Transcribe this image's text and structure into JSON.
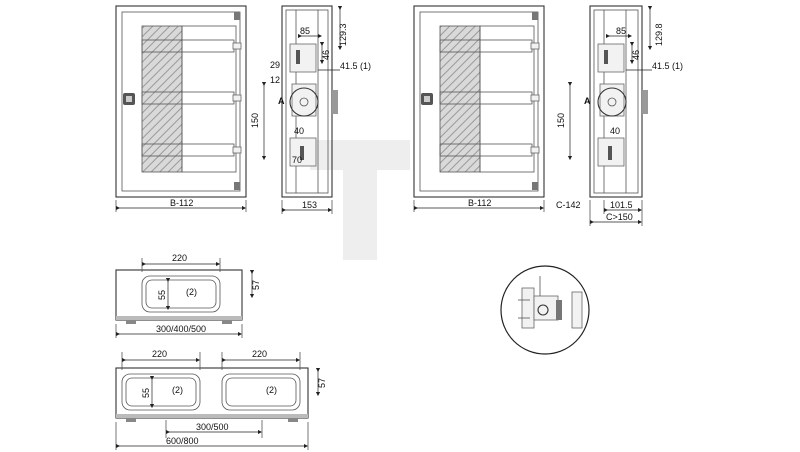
{
  "watermark": "T",
  "front_view_1": {
    "width_label": "B-112"
  },
  "side_view_1": {
    "dims": {
      "top_offset": "129.3",
      "small_85": "85",
      "v_46": "46",
      "h_29": "29",
      "h_12": "12",
      "right_41": "41.5 (1)",
      "section_a": "A",
      "v_150": "150",
      "h_40": "40",
      "h_70": "70",
      "depth": "153"
    }
  },
  "front_view_2": {
    "width_label": "B-112"
  },
  "side_view_2": {
    "dims": {
      "top_offset": "129.8",
      "small_85": "85",
      "v_46": "46",
      "right_41": "41.5 (1)",
      "section_a": "A",
      "v_150": "150",
      "h_40": "40",
      "c142": "C-142",
      "d101": "101.5",
      "cgt": "C>150"
    }
  },
  "top_view_single": {
    "w_220": "220",
    "h_55": "55",
    "count": "(2)",
    "h_57": "57",
    "overall": "300/400/500"
  },
  "top_view_double": {
    "w_220_left": "220",
    "w_220_right": "220",
    "h_55": "55",
    "count_left": "(2)",
    "count_right": "(2)",
    "h_57": "57",
    "span": "300/500",
    "overall": "600/800"
  }
}
